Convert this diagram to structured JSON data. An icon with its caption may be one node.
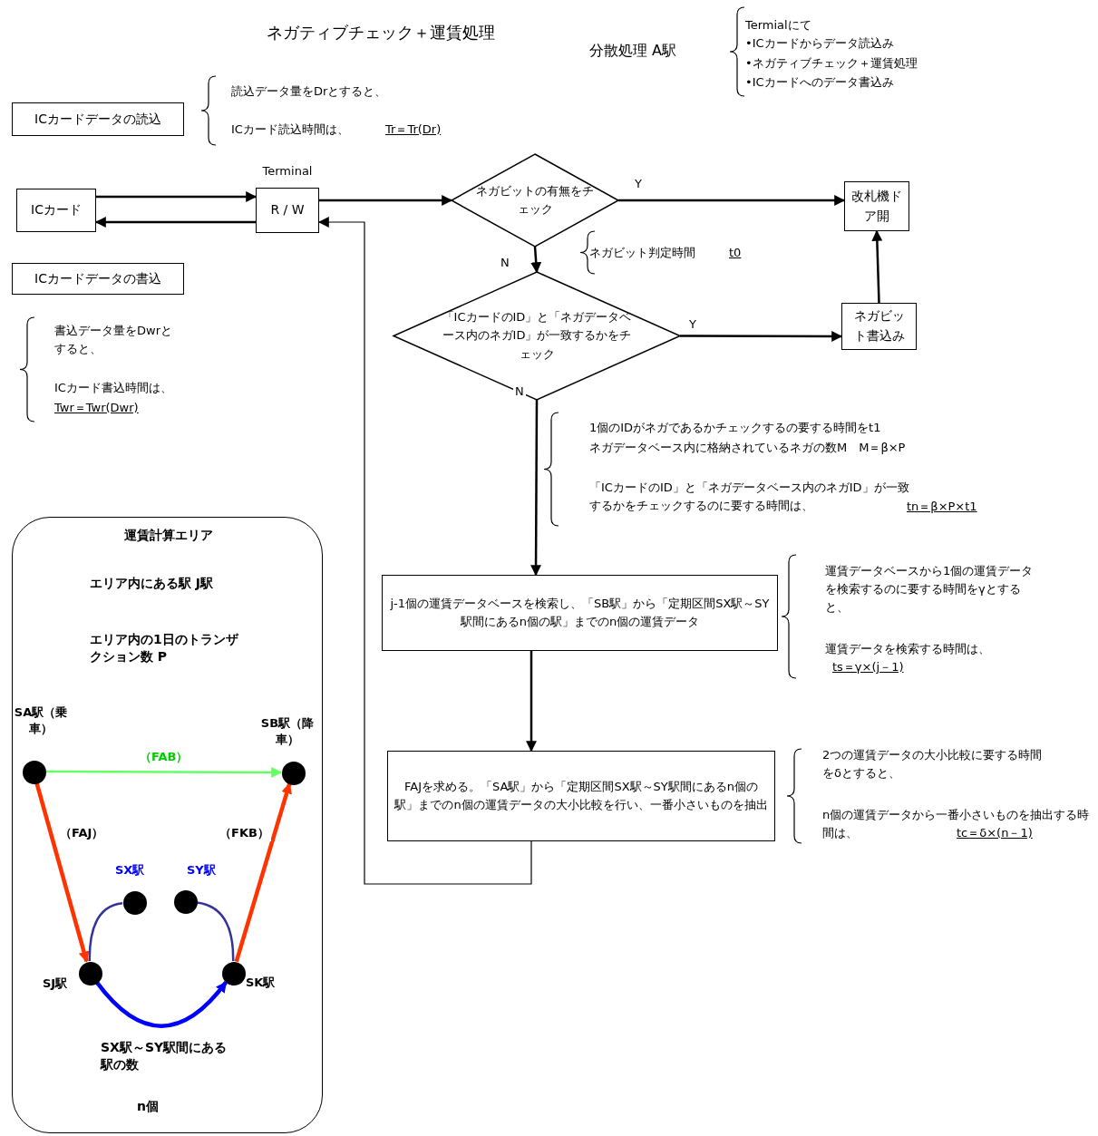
{
  "diagram": {
    "title": "ネガティブチェック＋運賃処理",
    "nodes": [
      {
        "text": [
          "ICカードデータの読込"
        ]
      },
      {
        "text": [
          "ICカード"
        ]
      },
      {
        "text": [
          "R / W"
        ],
        "beside": [
          "Terminal"
        ]
      },
      {
        "text": [
          "ネガビットの有無をチェック"
        ]
      },
      {
        "text": [
          "改札機ドア開"
        ]
      },
      {
        "text": [
          "「ICカードのID」と「ネガデータベース内のネガID」が一致するかをチェック"
        ]
      },
      {
        "text": [
          "ネガビット書込み"
        ]
      },
      {
        "text": [
          "j-1個の運賃データベースを検索し、「SB駅」から「定期区間SX駅～SY駅間にあるn個の駅」までのn個の運賃データ"
        ]
      },
      {
        "text": [
          "FAJを求める。「SA駅」から「定期区間SX駅～SY駅間にあるn個の駅」までのn個の運賃データの大小比較を行い、一番小さいものを抽出"
        ]
      },
      {
        "text": [
          "ICカードデータの書込"
        ]
      },
      {
        "text": [
          "運賃計算エリア",
          "エリア内にある駅 J駅",
          "エリア内の1日のトランザクション数 P",
          "SX駅～SY駅間にある駅の数",
          "n個"
        ]
      },
      {
        "text": [],
        "shape": "circle",
        "in": 10,
        "beside": [
          "SA駅（乗車）"
        ]
      },
      {
        "text": [],
        "shape": "circle",
        "in": 10,
        "beside": [
          "SB駅（降車）"
        ]
      },
      {
        "text": [],
        "shape": "circle",
        "in": 10,
        "beside": [
          "SX駅"
        ]
      },
      {
        "text": [],
        "shape": "circle",
        "in": 10,
        "beside": [
          "SY駅"
        ]
      },
      {
        "text": [],
        "shape": "circle",
        "in": 10,
        "beside": [
          "SJ駅"
        ]
      },
      {
        "text": [],
        "shape": "circle",
        "in": 10,
        "beside": [
          "SK駅"
        ]
      }
    ],
    "edges": [
      {
        "from": 1,
        "to": 2,
        "arrow": "to"
      },
      {
        "from": 2,
        "to": 1,
        "arrow": "to"
      },
      {
        "from": 2,
        "to": 3,
        "arrow": "to"
      },
      {
        "from": 3,
        "to": 4,
        "arrow": "to",
        "label": "Y"
      },
      {
        "from": 3,
        "to": 5,
        "arrow": "to",
        "label": "N"
      },
      {
        "from": 5,
        "to": 6,
        "arrow": "to",
        "label": "Y"
      },
      {
        "from": 6,
        "to": 4,
        "arrow": "to"
      },
      {
        "from": 5,
        "to": 7,
        "arrow": "to",
        "label": "N"
      },
      {
        "from": 7,
        "to": 8,
        "arrow": "to"
      },
      {
        "from": 8,
        "to": 2,
        "arrow": "to"
      },
      {
        "from": 11,
        "to": 12,
        "arrow": "to",
        "label": "（FAB）",
        "color": "#66ff66"
      },
      {
        "from": 11,
        "to": 15,
        "arrow": "to",
        "label": "（FAJ）",
        "style": "thick",
        "color": "#ff3300"
      },
      {
        "from": 16,
        "to": 12,
        "arrow": "to",
        "label": "（FKB）",
        "style": "thick",
        "color": "#ff3300"
      },
      {
        "from": 15,
        "to": 16,
        "arrow": "to",
        "style": "thick",
        "color": "#0000ff"
      },
      {
        "from": 13,
        "to": 15,
        "arrow": "none",
        "color": "#333399"
      },
      {
        "from": 14,
        "to": 16,
        "arrow": "none",
        "color": "#333399"
      }
    ],
    "labels": [
      "分散処理 A駅",
      "Termialにて",
      "•ICカードからデータ読込み",
      "•ネガティブチェック＋運賃処理",
      "•ICカードへのデータ書込み",
      "読込データ量をDrとすると、",
      "ICカード読込時間は、",
      "Tr＝Tr(Dr)",
      "ネガビット判定時間",
      "t0",
      "書込データ量をDwrとすると、",
      "ICカード書込時間は、",
      "Twr＝Twr(Dwr)",
      "1個のIDがネガであるかチェックするの要する時間をt1",
      "ネガデータベース内に格納されているネガの数M　M＝β×P",
      "「ICカードのID」と「ネガデータベース内のネガID」が一致するかをチェックするのに要する時間は、",
      "tn＝β×P×t1",
      "運賃データベースから1個の運賃データを検索するのに要する時間をγとすると、",
      "運賃データを検索する時間は、",
      "ts＝γ×(j－1)",
      "2つの運賃データの大小比較に要する時間をδとすると、",
      "n個の運賃データから一番小さいものを抽出する時間は、",
      "tc＝δ×(n－1)"
    ]
  }
}
